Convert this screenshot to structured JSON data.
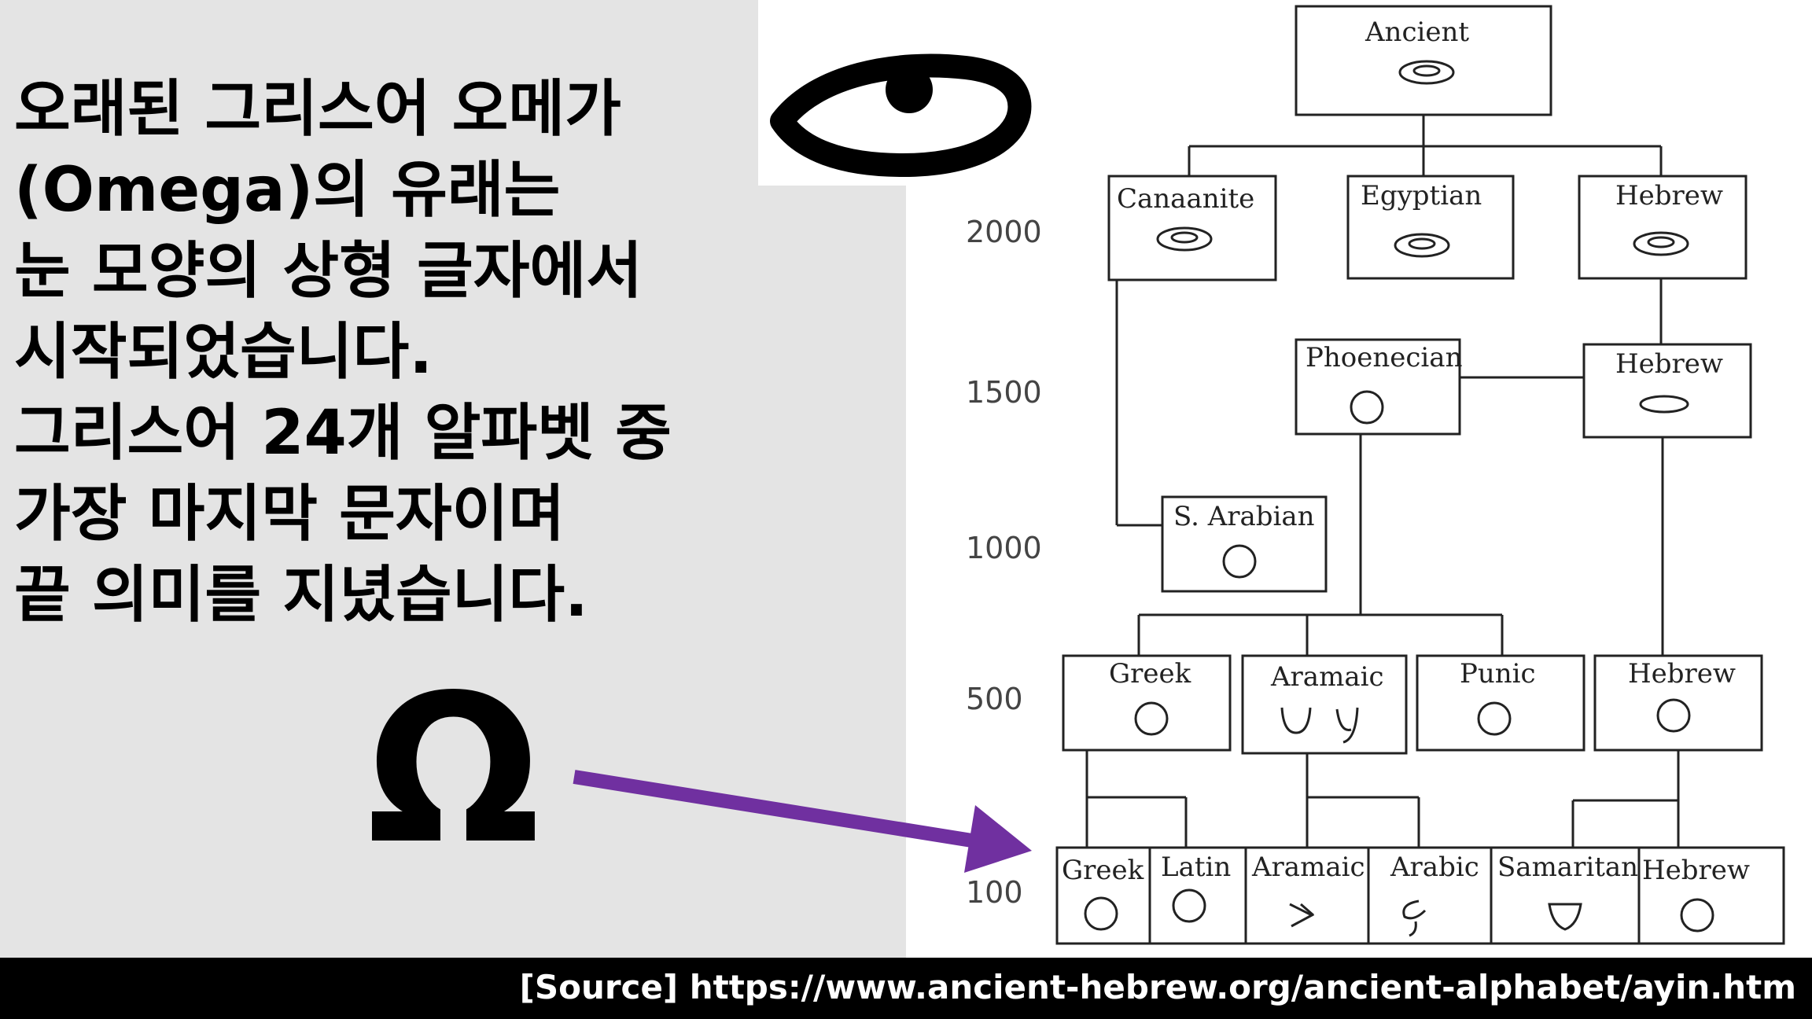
{
  "description_lines": [
    "오래된 그리스어 오메가",
    "(Omega)의 유래는",
    "눈 모양의 상형 글자에서",
    "시작되었습니다.",
    "그리스어 24개 알파벳 중",
    "가장 마지막 문자이며",
    "끝 의미를 지녔습니다."
  ],
  "omega_symbol": "Ω",
  "source": "[Source]  https://www.ancient-hebrew.org/ancient-alphabet/ayin.htm",
  "arrow_color": "#7030a0",
  "years": [
    "2000",
    "1500",
    "1000",
    "500",
    "100"
  ],
  "nodes": {
    "ancient": "Ancient",
    "canaanite": "Canaanite",
    "egyptian": "Egyptian",
    "hebrew_2000": "Hebrew",
    "phoenician": "Phoenecian",
    "hebrew_1500": "Hebrew",
    "s_arabian": "S. Arabian",
    "greek_500": "Greek",
    "aramaic_500": "Aramaic",
    "punic": "Punic",
    "hebrew_500": "Hebrew",
    "greek_100": "Greek",
    "latin": "Latin",
    "aramaic_100": "Aramaic",
    "arabic": "Arabic",
    "samaritan": "Samaritan",
    "hebrew_100": "Hebrew"
  }
}
